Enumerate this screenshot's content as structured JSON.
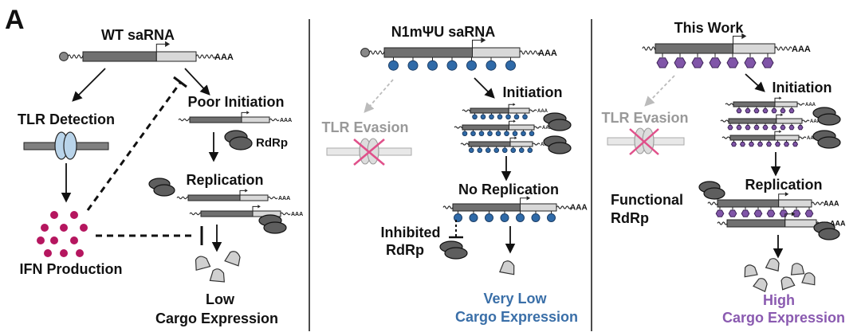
{
  "panel_label": "A",
  "panels": {
    "wt": {
      "title": "WT saRNA",
      "tlr": "TLR Detection",
      "poor": "Poor Initiation",
      "rdrp": "RdRp",
      "replication": "Replication",
      "ifn": "IFN Production",
      "result_line1": "Low",
      "result_line2": "Cargo Expression",
      "polya": "AAA"
    },
    "n1m": {
      "title": "N1mΨU saRNA",
      "tlr": "TLR Evasion",
      "initiation": "Initiation",
      "no_replication": "No Replication",
      "inhibited_line1": "Inhibited",
      "inhibited_line2": "RdRp",
      "result_line1": "Very Low",
      "result_line2": "Cargo Expression",
      "polya": "AAA"
    },
    "this": {
      "title": "This Work",
      "tlr": "TLR Evasion",
      "initiation": "Initiation",
      "functional_line1": "Functional",
      "functional_line2": "RdRp",
      "replication": "Replication",
      "result_line1": "High",
      "result_line2": "Cargo Expression",
      "polya": "AAA"
    }
  },
  "colors": {
    "black": "#111111",
    "gray_text": "#999999",
    "blue_text": "#3a6fa8",
    "blue_bead": "#2f6aa8",
    "purple_text": "#8a5ab0",
    "purple_bead": "#8055a8",
    "ifn_dot": "#b5165f",
    "cross": "#e0508a",
    "dark_bar": "#707070",
    "light_bar": "#d8d8d8",
    "protein": "#d0d0d0",
    "receptor": "#b9d4ea"
  }
}
